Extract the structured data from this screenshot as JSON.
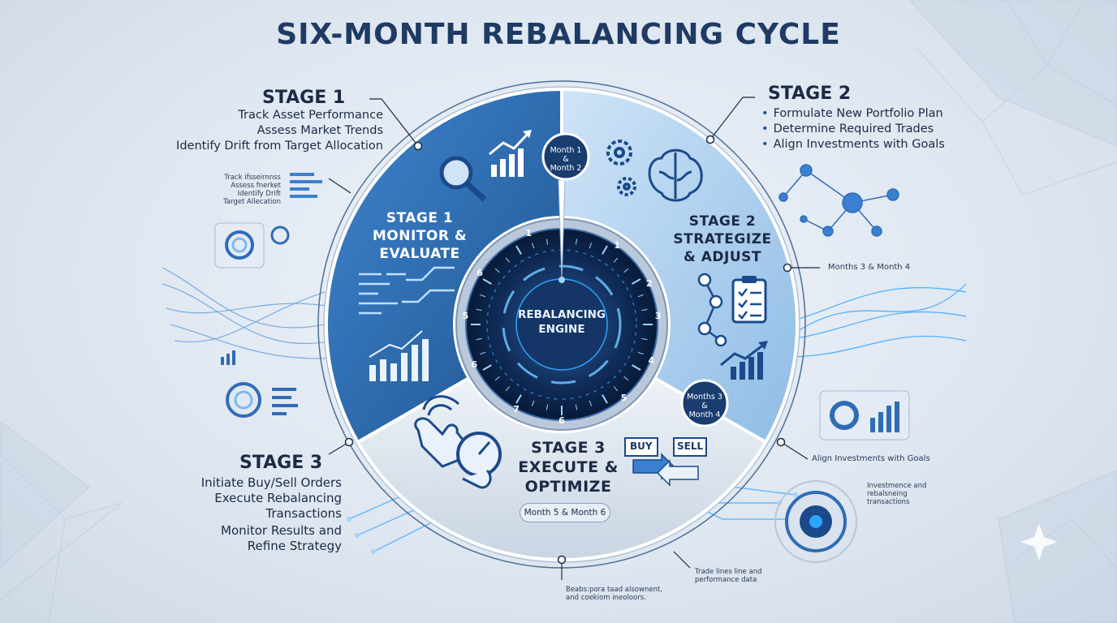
{
  "title": "SIX-MONTH REBALANCING CYCLE",
  "stage1": {
    "heading": "STAGE 1",
    "lines": [
      "Track Asset Performance",
      "Assess Market Trends",
      "Identify Drift from Target Allocation"
    ],
    "segment_label": [
      "STAGE 1",
      "MONITOR &",
      "EVALUATE"
    ],
    "mini_note": [
      "Track ifsseirnnss",
      "Assess fnerket",
      "Identify Drift",
      "Target Allecation"
    ]
  },
  "stage2": {
    "heading": "STAGE 2",
    "bullets": [
      "Formulate New Portfolio Plan",
      "Determine Required Trades",
      "Align Investments with Goals"
    ],
    "segment_label": [
      "STAGE 2",
      "STRATEGIZE",
      "& ADJUST"
    ],
    "months_note": "Months 3 & Month 4",
    "align_note": "Align Investments with Goals",
    "invest_note": [
      "Investmence and",
      "rebalsneing",
      "transactions"
    ]
  },
  "stage3": {
    "heading": "STAGE 3",
    "lines": [
      "Initiate Buy/Sell Orders",
      "Execute Rebalancing",
      "Transactions",
      "Monitor Results and",
      "Refine Strategy"
    ],
    "segment_label": [
      "STAGE 3",
      "EXECUTE &",
      "OPTIMIZE"
    ],
    "months_pill": "Month 5 & Month 6",
    "buy": "BUY",
    "sell": "SELL"
  },
  "badges": {
    "top": [
      "Month 1",
      "&",
      "Month 2"
    ],
    "right": [
      "Months 3",
      "&",
      "Month 4"
    ]
  },
  "engine": [
    "REBALANCING",
    "ENGINE"
  ],
  "dial_numbers": [
    "1",
    "1",
    "2",
    "3",
    "4",
    "5",
    "6",
    "7",
    "6",
    "5",
    "6"
  ],
  "bottom_notes": {
    "trade": [
      "Trade lines line and",
      "performance data"
    ],
    "left": [
      "Beabs:pora taad alsownent,",
      "and coekiom ineoloors."
    ]
  },
  "colors": {
    "stage1": "#2f6db5",
    "stage2": "#a9cdee",
    "stage3": "#dfe7f1",
    "dial": "#0f2a55",
    "accent": "#2ea3ff"
  }
}
